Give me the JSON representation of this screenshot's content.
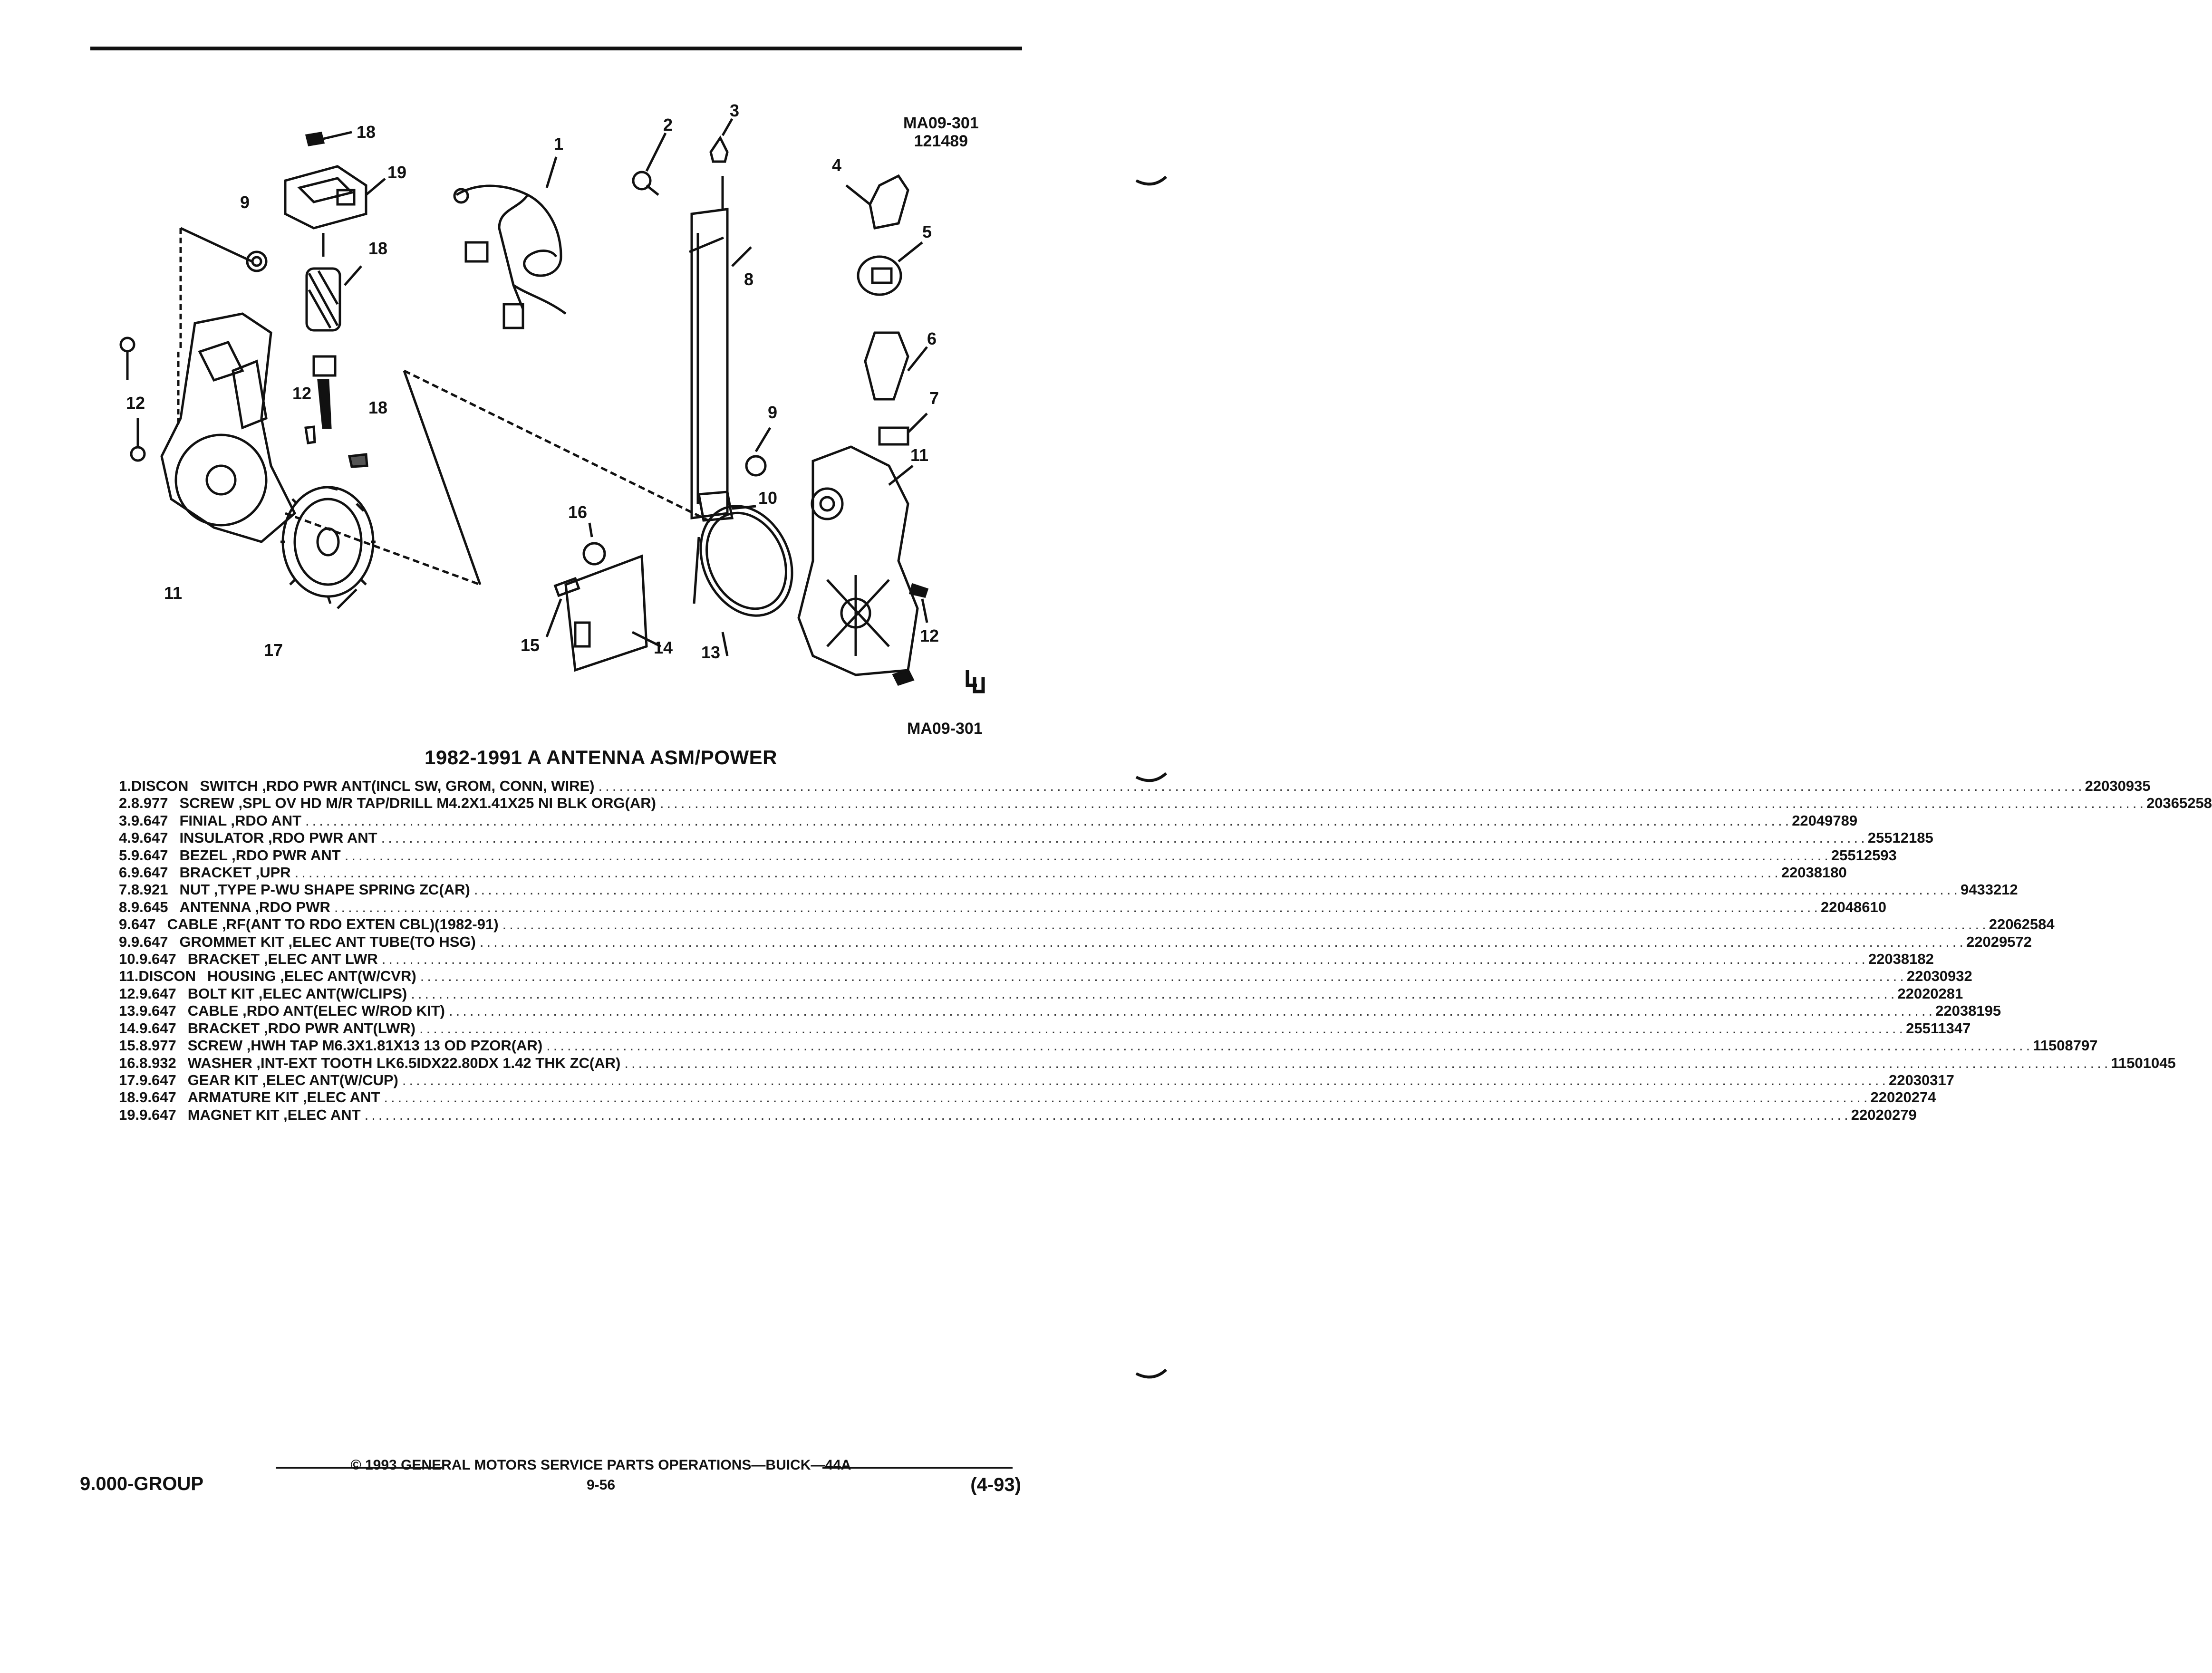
{
  "figure": {
    "id_top": "MA09-301",
    "date_code": "121489",
    "id_bottom": "MA09-301",
    "callouts": [
      "18",
      "19",
      "9",
      "18",
      "12",
      "12",
      "11",
      "17",
      "12",
      "18",
      "1",
      "2",
      "3",
      "16",
      "15",
      "14",
      "13",
      "8",
      "10",
      "9",
      "4",
      "5",
      "6",
      "7",
      "11",
      "12"
    ]
  },
  "title": "1982-1991 A ANTENNA ASM/POWER",
  "parts": [
    {
      "num": "1.",
      "group": "DISCON",
      "desc": "SWITCH ,RDO PWR ANT(INCL SW, GROM, CONN, WIRE)",
      "part": "22030935"
    },
    {
      "num": "2.",
      "group": "8.977",
      "desc": "SCREW ,SPL OV HD M/R TAP/DRILL M4.2X1.41X25 NI BLK ORG(AR)",
      "part": "20365258"
    },
    {
      "num": "3.",
      "group": "9.647",
      "desc": "FINIAL ,RDO ANT",
      "part": "22049789"
    },
    {
      "num": "4.",
      "group": "9.647",
      "desc": "INSULATOR ,RDO PWR ANT",
      "part": "25512185"
    },
    {
      "num": "5.",
      "group": "9.647",
      "desc": "BEZEL ,RDO PWR ANT",
      "part": "25512593"
    },
    {
      "num": "6.",
      "group": "9.647",
      "desc": "BRACKET ,UPR",
      "part": "22038180"
    },
    {
      "num": "7.",
      "group": "8.921",
      "desc": "NUT ,TYPE P-WU SHAPE SPRING ZC(AR)",
      "part": "9433212"
    },
    {
      "num": "8.",
      "group": "9.645",
      "desc": "ANTENNA ,RDO PWR",
      "part": "22048610"
    },
    {
      "num": "",
      "group": "9.647",
      "desc": "CABLE ,RF(ANT TO RDO EXTEN CBL)(1982-91)",
      "part": "22062584"
    },
    {
      "num": "9.",
      "group": "9.647",
      "desc": "GROMMET KIT ,ELEC ANT TUBE(TO HSG)",
      "part": "22029572"
    },
    {
      "num": "10.",
      "group": "9.647",
      "desc": "BRACKET ,ELEC ANT LWR",
      "part": "22038182"
    },
    {
      "num": "11.",
      "group": "DISCON",
      "desc": "HOUSING ,ELEC ANT(W/CVR)",
      "part": "22030932"
    },
    {
      "num": "12.",
      "group": "9.647",
      "desc": "BOLT KIT ,ELEC ANT(W/CLIPS)",
      "part": "22020281"
    },
    {
      "num": "13.",
      "group": "9.647",
      "desc": "CABLE ,RDO ANT(ELEC W/ROD KIT)",
      "part": "22038195"
    },
    {
      "num": "14.",
      "group": "9.647",
      "desc": "BRACKET ,RDO PWR ANT(LWR)",
      "part": "25511347"
    },
    {
      "num": "15.",
      "group": "8.977",
      "desc": "SCREW ,HWH TAP M6.3X1.81X13 13 OD PZOR(AR)",
      "part": "11508797"
    },
    {
      "num": "16.",
      "group": "8.932",
      "desc": "WASHER ,INT-EXT TOOTH LK6.5IDX22.80DX 1.42 THK ZC(AR)",
      "part": "11501045"
    },
    {
      "num": "17.",
      "group": "9.647",
      "desc": "GEAR KIT ,ELEC ANT(W/CUP)",
      "part": "22030317"
    },
    {
      "num": "18.",
      "group": "9.647",
      "desc": "ARMATURE KIT ,ELEC ANT",
      "part": "22020274"
    },
    {
      "num": "19.",
      "group": "9.647",
      "desc": "MAGNET KIT ,ELEC ANT",
      "part": "22020279"
    }
  ],
  "footer": {
    "copyright": "© 1993 GENERAL MOTORS SERVICE PARTS OPERATIONS—BUICK—44A",
    "page": "9-56",
    "group": "9.000-GROUP",
    "date": "(4-93)"
  }
}
